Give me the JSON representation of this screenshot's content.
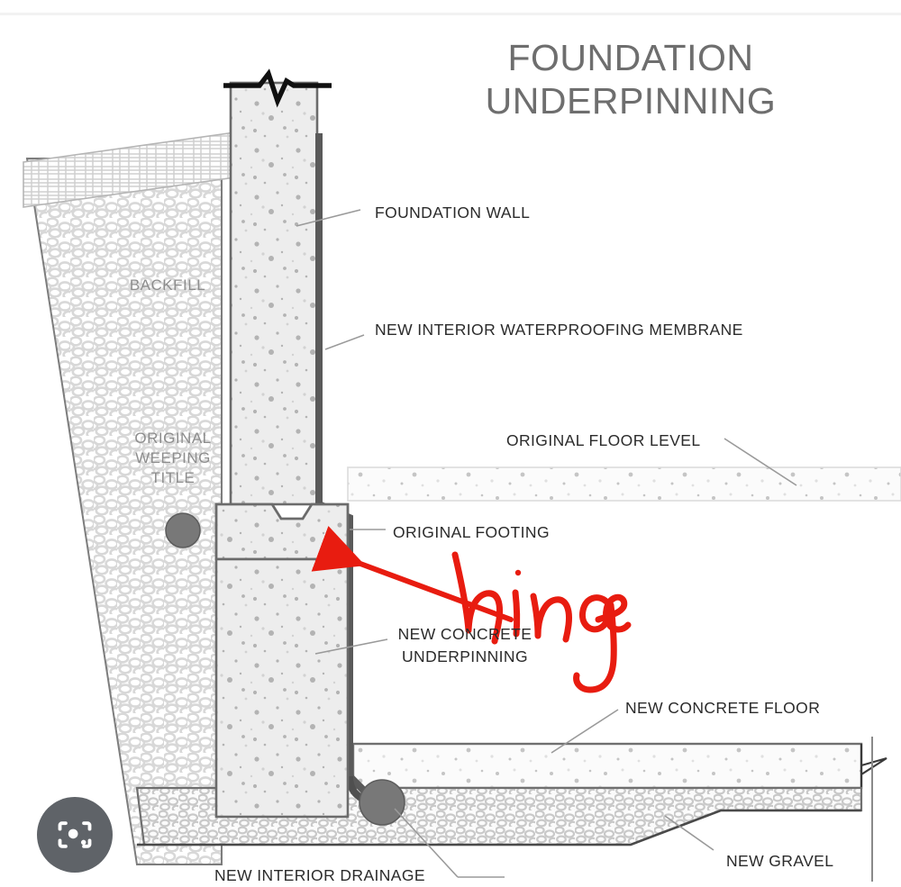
{
  "viewer": {
    "background_color": "#ffffff",
    "lens_button": {
      "icon": "google-lens-camera-icon",
      "color": "#5f6368",
      "label": ""
    }
  },
  "diagram": {
    "title": "FOUNDATION\nUNDERPINNING",
    "title_color": "#6e6e6e",
    "drawing_type": "construction-section-detail",
    "labels": [
      {
        "id": "foundation-wall",
        "text": "FOUNDATION WALL",
        "color": "#2b2b2b"
      },
      {
        "id": "waterproofing",
        "text": "NEW INTERIOR WATERPROOFING MEMBRANE",
        "color": "#2b2b2b"
      },
      {
        "id": "original-floor-level",
        "text": "ORIGINAL FLOOR LEVEL",
        "color": "#2b2b2b"
      },
      {
        "id": "original-footing",
        "text": "ORIGINAL FOOTING",
        "color": "#2b2b2b"
      },
      {
        "id": "new-underpinning",
        "text": "NEW CONCRETE\nUNDERPINNING",
        "color": "#2b2b2b"
      },
      {
        "id": "new-concrete-floor",
        "text": "NEW CONCRETE FLOOR",
        "color": "#2b2b2b"
      },
      {
        "id": "new-gravel",
        "text": "NEW GRAVEL",
        "color": "#2b2b2b"
      },
      {
        "id": "new-interior-drainage",
        "text": "NEW INTERIOR DRAINAGE",
        "color": "#2b2b2b"
      }
    ],
    "inline_labels": [
      {
        "id": "backfill",
        "text": "BACKFILL",
        "color": "#8d8d8d"
      },
      {
        "id": "weeping-tile",
        "text": "ORIGINAL\nWEEPING\nTITLE",
        "color": "#8d8d8d"
      }
    ],
    "annotation": {
      "text": "hinge",
      "color": "#e81c10",
      "type": "handwritten-arrow-annotation"
    },
    "colors": {
      "concrete_fill": "#ececec",
      "concrete_outline": "#6b6b6b",
      "membrane": "#5a5a5a",
      "gravel_fill": "#f4f4f4",
      "pipe": "#777777",
      "leader_line": "#9a9a9a",
      "slab_fill": "#fafafa"
    }
  }
}
